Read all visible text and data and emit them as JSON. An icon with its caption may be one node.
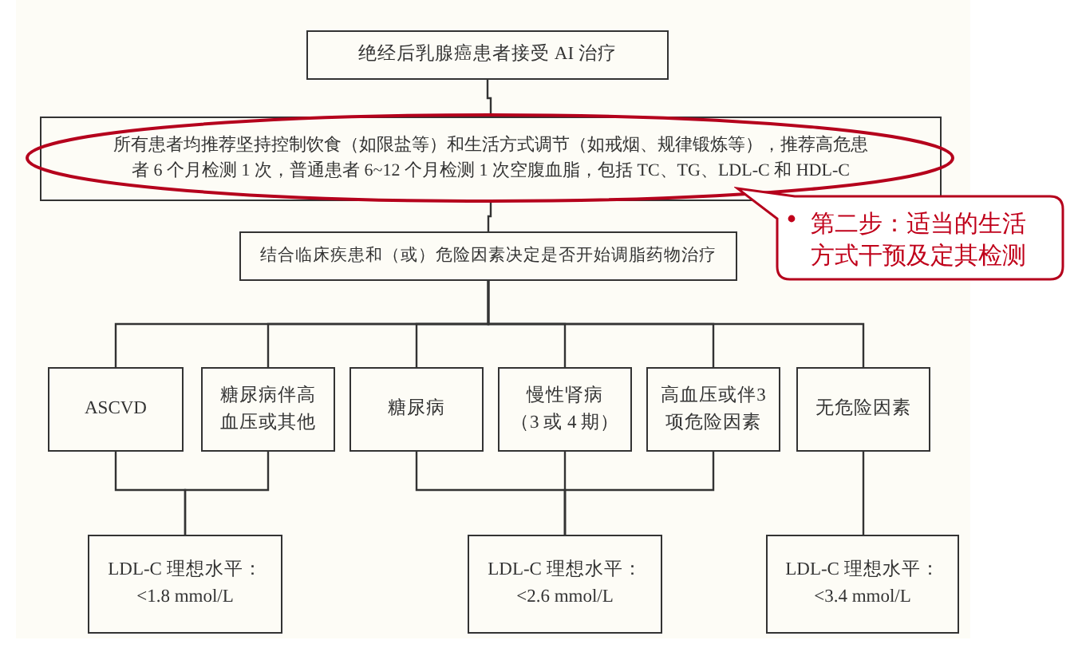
{
  "diagram": {
    "nodes": [
      {
        "text": [
          "绝经后乳腺癌患者接受 AI 治疗"
        ]
      },
      {
        "text": [
          "所有患者均推荐坚持控制饮食（如限盐等）和生活方式调节（如戒烟、规律锻炼等），推荐高危患者 6 个月检测 1 次，普通患者 6~12 个月检测 1 次空腹血脂，包括 TC、TG、LDL-C 和 HDL-C"
        ]
      },
      {
        "text": [
          "结合临床疾患和（或）危险因素决定是否开始调脂药物治疗"
        ]
      },
      {
        "text": [
          "ASCVD"
        ]
      },
      {
        "text": [
          "糖尿病伴高血压或其他"
        ]
      },
      {
        "text": [
          "糖尿病"
        ]
      },
      {
        "text": [
          "慢性肾病",
          "（3 或 4 期）"
        ]
      },
      {
        "text": [
          "高血压或伴3 项危险因素"
        ]
      },
      {
        "text": [
          "无危险因素"
        ]
      },
      {
        "text": [
          "LDL-C 理想水平：",
          "<1.8 mmol/L"
        ]
      },
      {
        "text": [
          "LDL-C 理想水平：",
          "<2.6 mmol/L"
        ]
      },
      {
        "text": [
          "LDL-C 理想水平：",
          "<3.4 mmol/L"
        ]
      },
      {
        "text": [
          "第二步：适当的生活方式干预及定其检测"
        ]
      }
    ],
    "edges": [
      {
        "from": 0,
        "to": 1,
        "arrow": "none"
      },
      {
        "from": 1,
        "to": 2,
        "arrow": "none"
      },
      {
        "from": 2,
        "to": 3,
        "arrow": "none"
      },
      {
        "from": 2,
        "to": 4,
        "arrow": "none"
      },
      {
        "from": 2,
        "to": 5,
        "arrow": "none"
      },
      {
        "from": 2,
        "to": 6,
        "arrow": "none"
      },
      {
        "from": 2,
        "to": 7,
        "arrow": "none"
      },
      {
        "from": 2,
        "to": 8,
        "arrow": "none"
      },
      {
        "from": 3,
        "to": 9,
        "arrow": "none"
      },
      {
        "from": 4,
        "to": 9,
        "arrow": "none"
      },
      {
        "from": 5,
        "to": 10,
        "arrow": "none"
      },
      {
        "from": 6,
        "to": 10,
        "arrow": "none"
      },
      {
        "from": 7,
        "to": 10,
        "arrow": "none"
      },
      {
        "from": 8,
        "to": 11,
        "arrow": "none"
      }
    ]
  }
}
